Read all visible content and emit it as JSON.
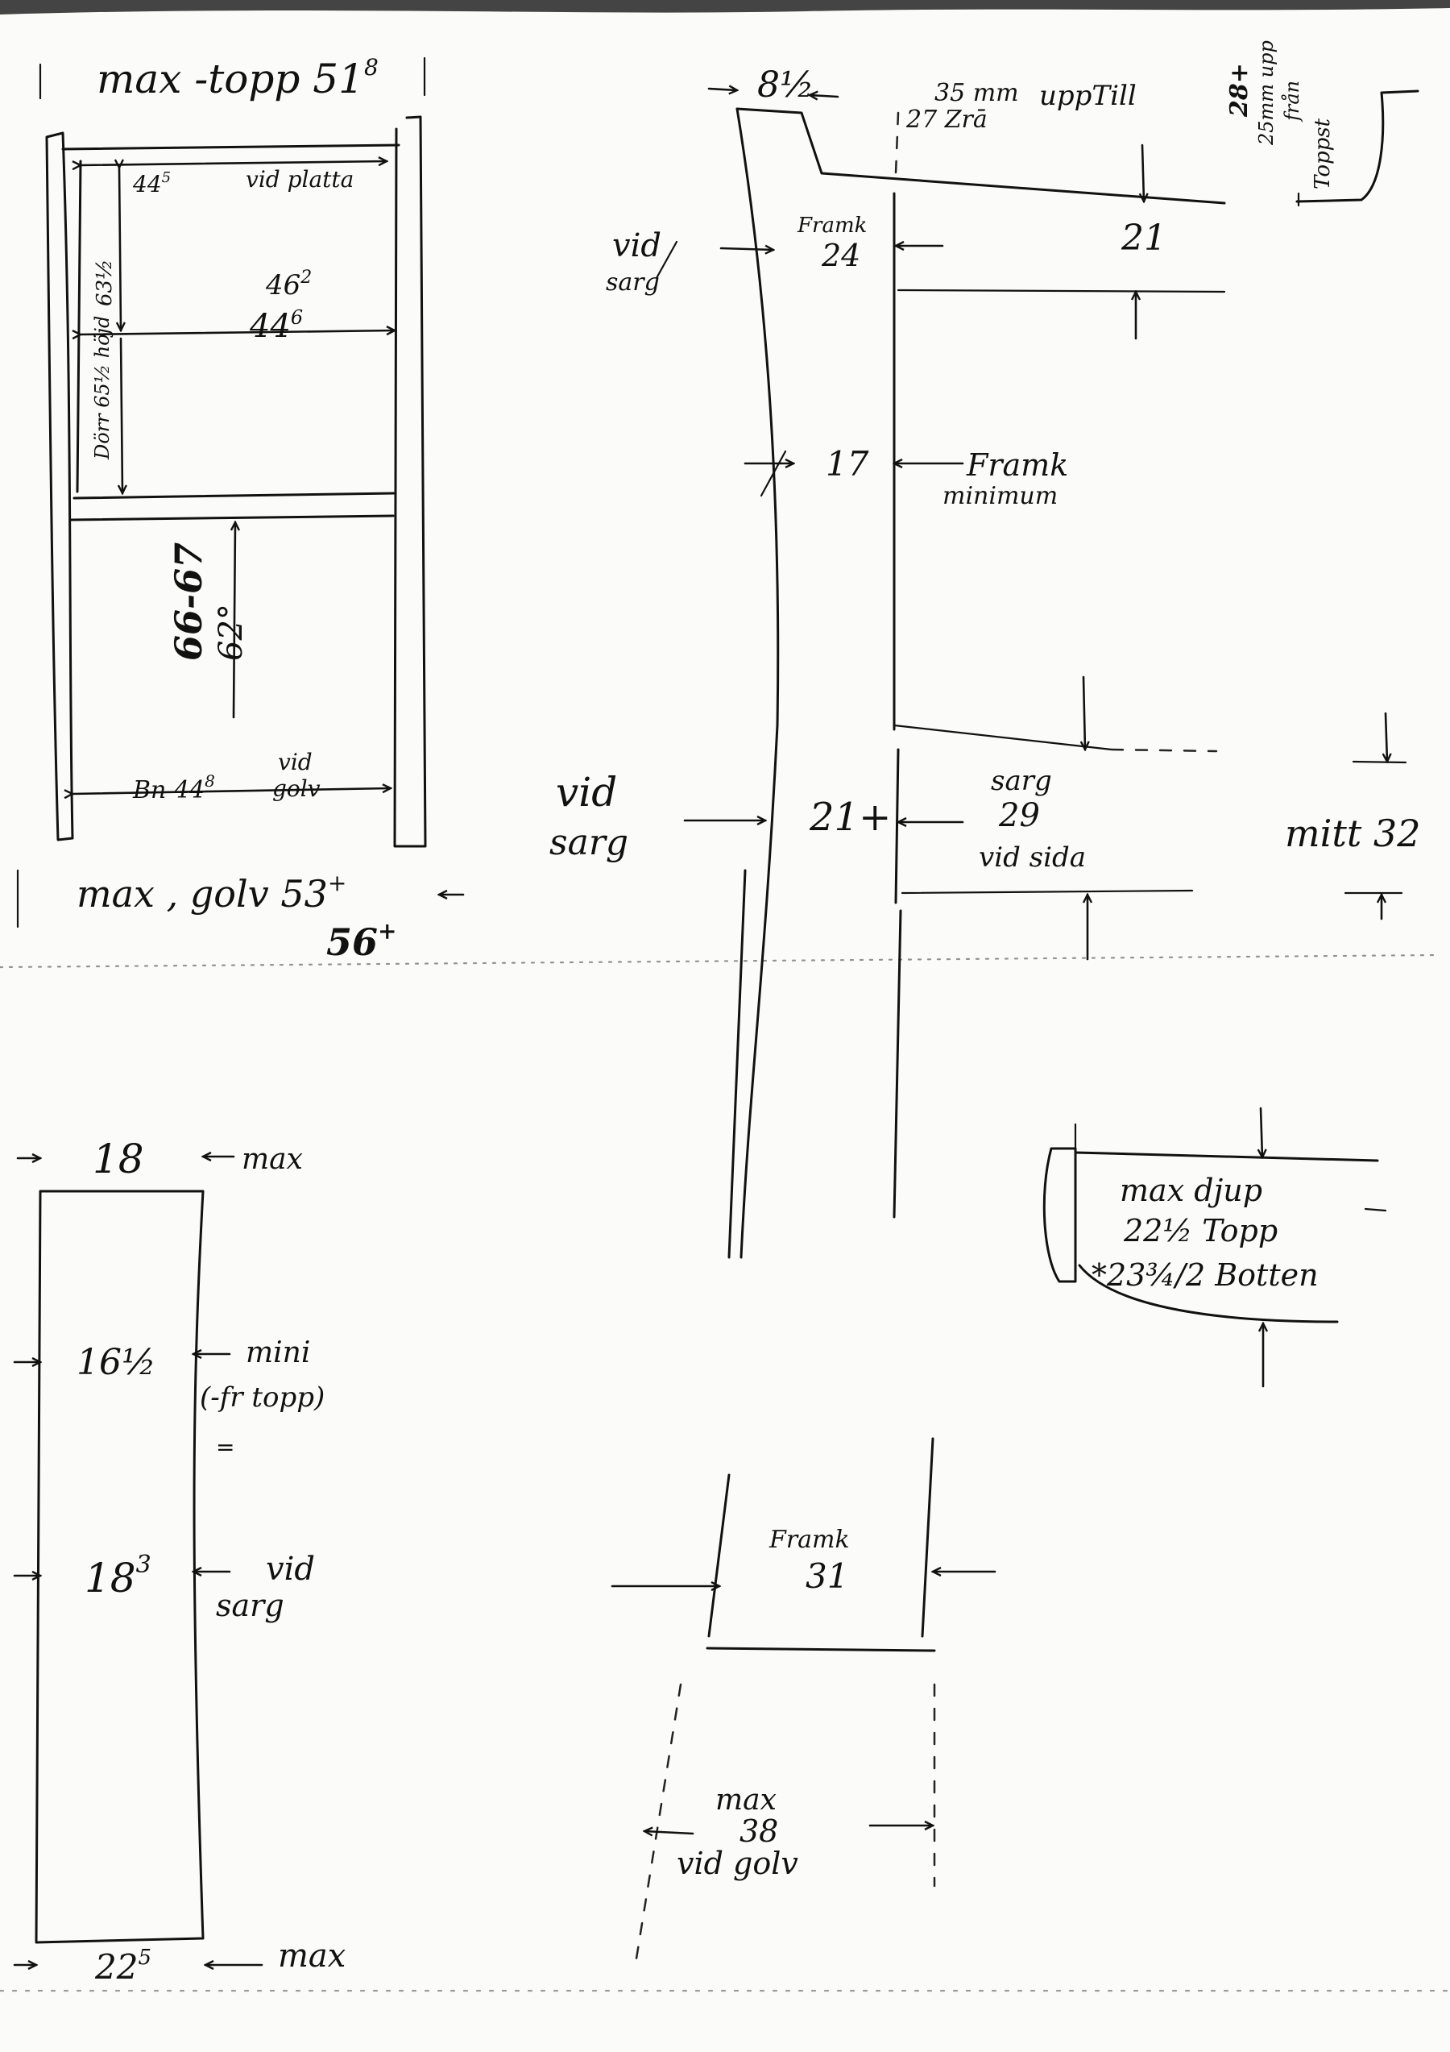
{
  "frame": {
    "max_top": "max  -topp 51",
    "max_top_sup": "8",
    "width_at_plate": "44",
    "width_at_plate_sup": "5",
    "plate_label": "vid  platta",
    "depth_63": "63½",
    "inner_462": "46",
    "inner_462_sup": "2",
    "inner_446": "44",
    "inner_446_sup": "6",
    "door_height": "Dörr 65½ höjd",
    "height_66_67": "66-67",
    "height_62": "62°",
    "floor_width": "Bn 44",
    "floor_width_sup": "8",
    "floor_width_label_1": "vid",
    "floor_width_label_2": "golv",
    "max_floor": "max , golv 53",
    "max_floor_sup": "+",
    "max_floor_2": "56",
    "max_floor_2_sup": "+"
  },
  "side_leg": {
    "top_width": "8½",
    "mm_note_1": "35 mm",
    "mm_note_2": "uppTill",
    "mm_note_3": "27 Zrā",
    "framk_24_label": "Framk",
    "framk_24_value": "24",
    "vid_sarg_top_1": "vid",
    "vid_sarg_top_2": "sarg",
    "dim_21": "21",
    "value_17": "17",
    "framk_min_1": "Framk",
    "framk_min_2": "minimum",
    "vid_sarg_mid_1": "vid",
    "vid_sarg_mid_2": "sarg",
    "value_21_plus": "21+",
    "sarg_29_1": "sarg",
    "sarg_29_2": "29",
    "sarg_29_3": "vid sida",
    "mitt_32": "mitt 32"
  },
  "corner_note": {
    "line_1": "28+",
    "line_2": "25mm upp",
    "line_3": "från",
    "line_4": "Toppst"
  },
  "top_piece": {
    "line_1": "max  djup",
    "line_2": "22½   Topp",
    "line_3": "*23¾/2   Botten"
  },
  "panel": {
    "top": "18",
    "top_max": "max",
    "mini_value": "16½",
    "mini_label_1": "mini",
    "mini_label_2": "(-fr topp)",
    "equals": "=",
    "sarg_value": "18",
    "sarg_value_sup": "3",
    "sarg_label_1": "vid",
    "sarg_label_2": "sarg",
    "bottom": "22",
    "bottom_sup": "5",
    "bottom_max": "max"
  },
  "lower_leg": {
    "framk_label": "Framk",
    "framk_value": "31",
    "max_label": "max",
    "max_value": "38",
    "golv_label": "vid  golv"
  }
}
